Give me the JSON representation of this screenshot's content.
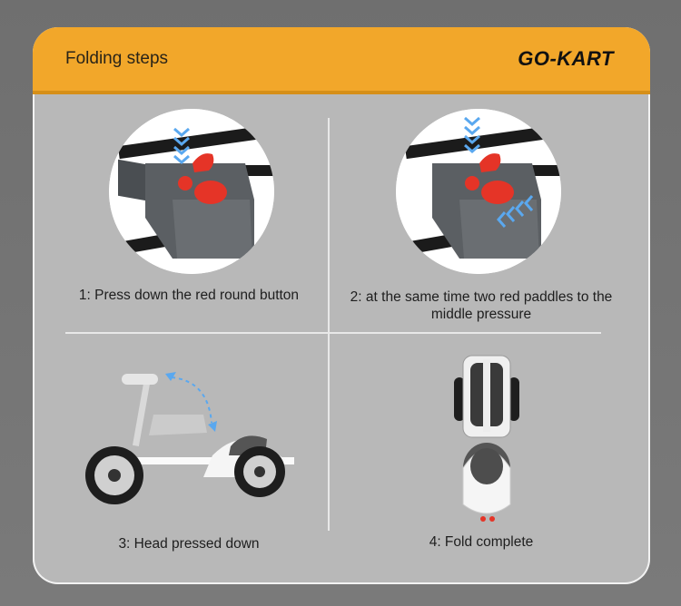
{
  "header": {
    "title": "Folding steps",
    "brand": "GO-KART"
  },
  "steps": [
    {
      "caption": "1: Press down the red round button"
    },
    {
      "caption": "2: at the same time two red paddles to the middle pressure"
    },
    {
      "caption": "3: Head pressed down"
    },
    {
      "caption": "4: Fold complete"
    }
  ],
  "colors": {
    "accent": "#f2a72a",
    "panel": "#b8b8b8",
    "arrow": "#5aa8ef",
    "button_red": "#e53427"
  }
}
